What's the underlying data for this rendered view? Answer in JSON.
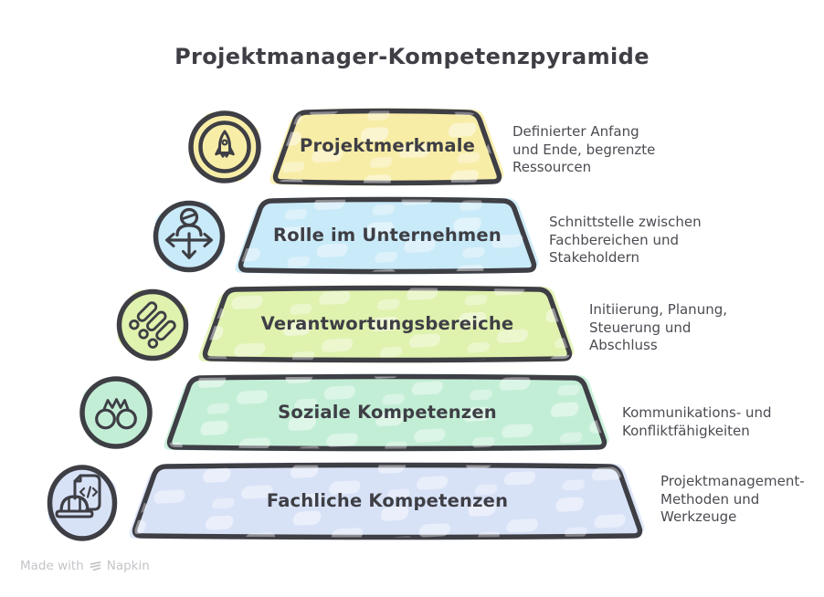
{
  "title": "Projektmanager-Kompetenzpyramide",
  "pyramid": {
    "levels": [
      {
        "label": "Projektmerkmale",
        "icon": "rocket-icon",
        "color": "#F8EDA7",
        "desc_lines": [
          "Definierter Anfang",
          "und Ende, begrenzte",
          "Ressourcen"
        ]
      },
      {
        "label": "Rolle im Unternehmen",
        "icon": "person-arrows-icon",
        "color": "#C9EAF8",
        "desc_lines": [
          "Schnittstelle zwischen",
          "Fachbereichen und",
          "Stakeholdern"
        ]
      },
      {
        "label": "Verantwortungsbereiche",
        "icon": "task-list-icon",
        "color": "#DFF2AE",
        "desc_lines": [
          "Initiierung, Planung,",
          "Steuerung und",
          "Abschluss"
        ]
      },
      {
        "label": "Soziale Kompetenzen",
        "icon": "people-conflict-icon",
        "color": "#C3EED6",
        "desc_lines": [
          "Kommunikations- und",
          "Konfliktfähigkeiten"
        ]
      },
      {
        "label": "Fachliche Kompetenzen",
        "icon": "code-document-hardhat-icon",
        "color": "#D8E2F7",
        "desc_lines": [
          "Projektmanagement-",
          "Methoden und",
          "Werkzeuge"
        ]
      }
    ]
  },
  "colors": {
    "outline": "#3E3E45",
    "title_text": "#3E3E45",
    "description_text": "#4B4B52",
    "watermark_text": "#C4C4C9",
    "background": "#FFFFFF"
  },
  "watermark": {
    "made_with": "Made with",
    "brand": "Napkin"
  }
}
